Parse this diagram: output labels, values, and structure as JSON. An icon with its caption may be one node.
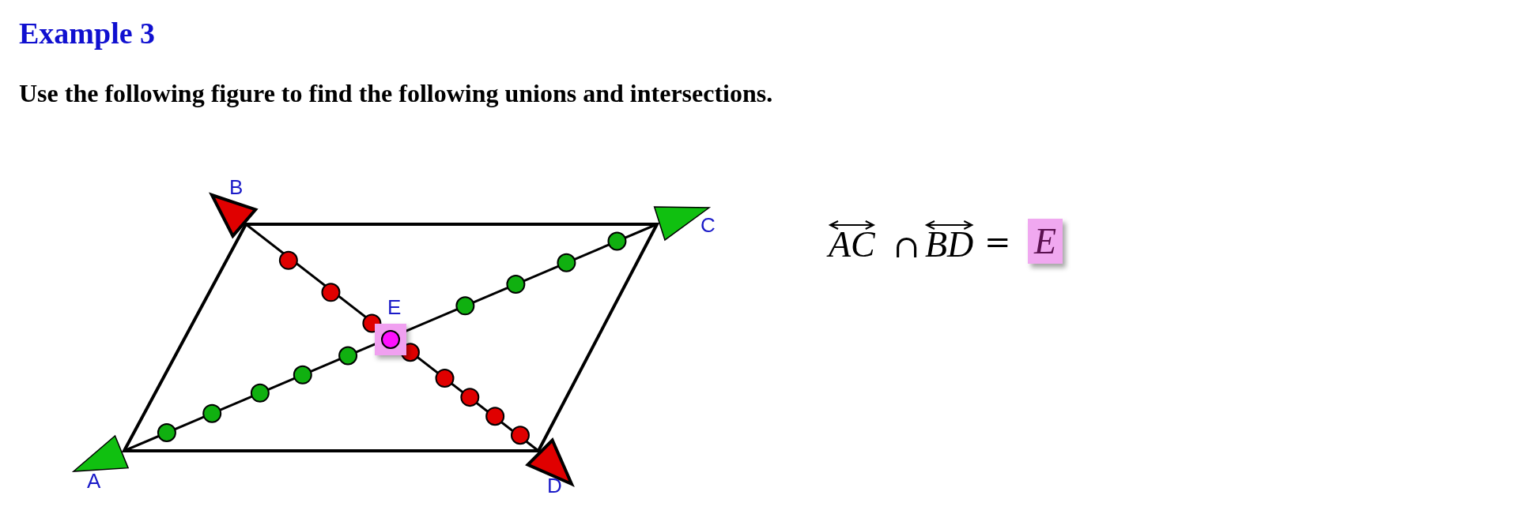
{
  "diagram": {
    "title": "Example 3",
    "labels": [
      "Use the following figure to find the following unions and intersections.",
      "B",
      "C",
      "E",
      "A",
      "D",
      "AC",
      "∩",
      "BD",
      "=",
      "E"
    ]
  }
}
